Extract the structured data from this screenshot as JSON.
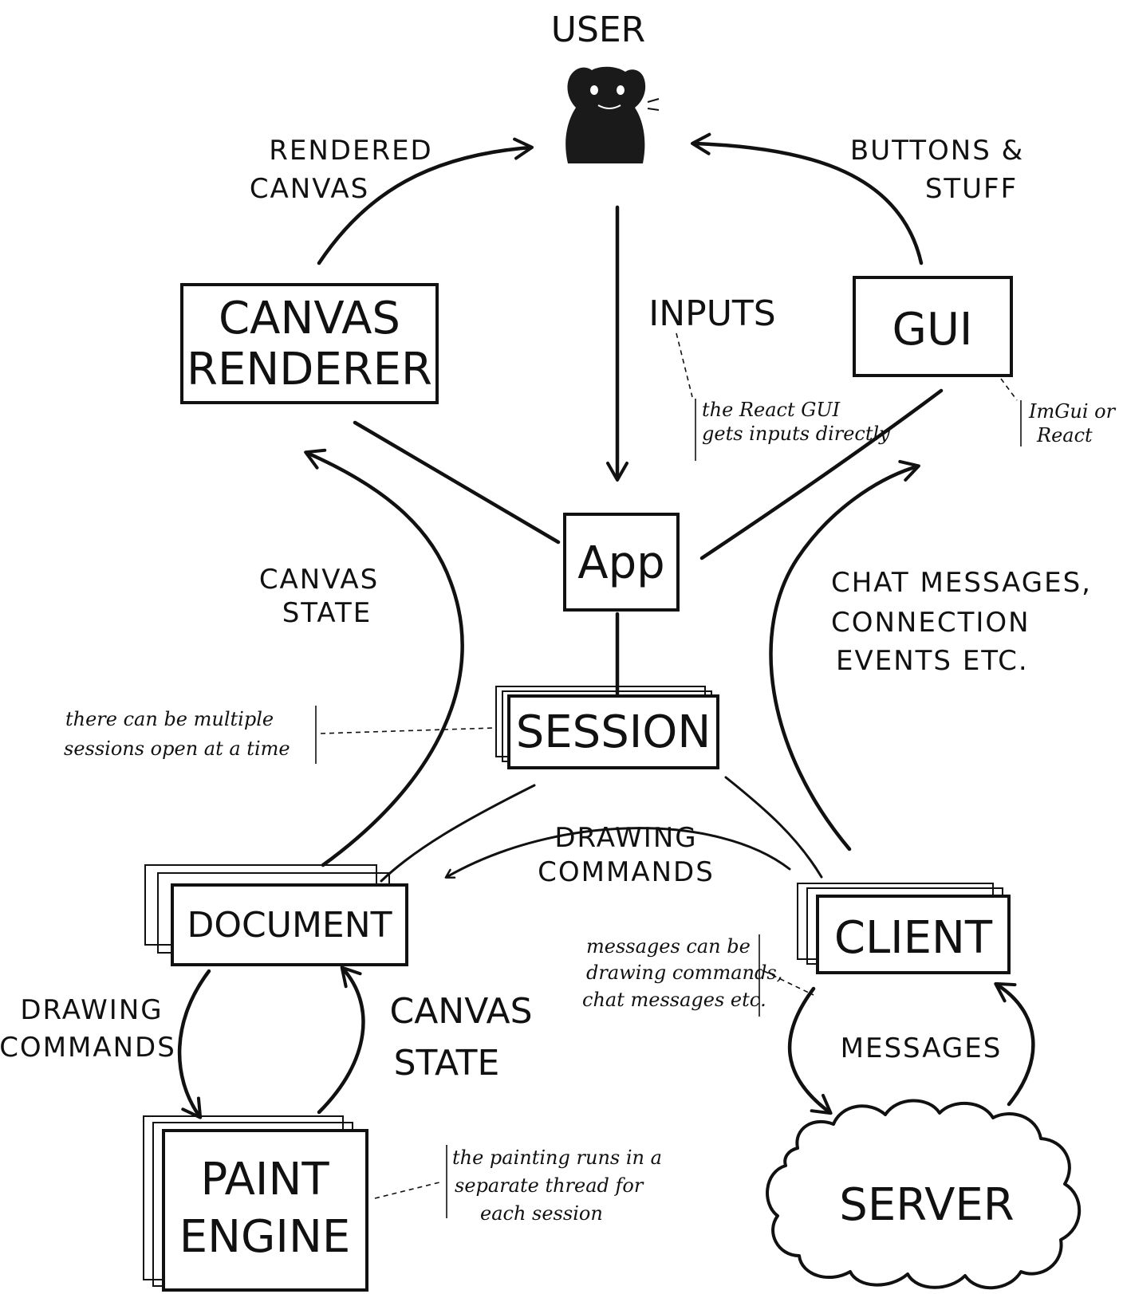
{
  "nodes": {
    "user": "USER",
    "canvas_renderer": [
      "CANVAS",
      "RENDERER"
    ],
    "gui": "GUI",
    "app": "App",
    "session": "SESSION",
    "document": "DOCUMENT",
    "client": "CLIENT",
    "paint_engine": [
      "PAINT",
      "ENGINE"
    ],
    "server": "SERVER"
  },
  "edge_labels": {
    "rendered_canvas": [
      "RENDERED",
      "CANVAS"
    ],
    "buttons_stuff": [
      "BUTTONS &",
      "STUFF"
    ],
    "inputs": "INPUTS",
    "canvas_state_top": [
      "CANVAS",
      "STATE"
    ],
    "chat_messages": [
      "CHAT MESSAGES,",
      "CONNECTION",
      "EVENTS ETC."
    ],
    "drawing_commands_mid": [
      "DRAWING",
      "COMMANDS"
    ],
    "drawing_commands_left": [
      "DRAWING",
      "COMMANDS"
    ],
    "canvas_state_bottom": [
      "CANVAS",
      "STATE"
    ],
    "messages": "MESSAGES"
  },
  "notes": {
    "react_gui": [
      "the React GUI",
      "gets inputs directly"
    ],
    "imgui": [
      "ImGui or",
      "React"
    ],
    "multiple_sessions": [
      "there can be multiple",
      "sessions open at a time"
    ],
    "messages_types": [
      "messages can be",
      "drawing commands,",
      "chat messages etc."
    ],
    "painting_thread": [
      "the painting runs in a",
      "separate thread for",
      "each session"
    ]
  }
}
